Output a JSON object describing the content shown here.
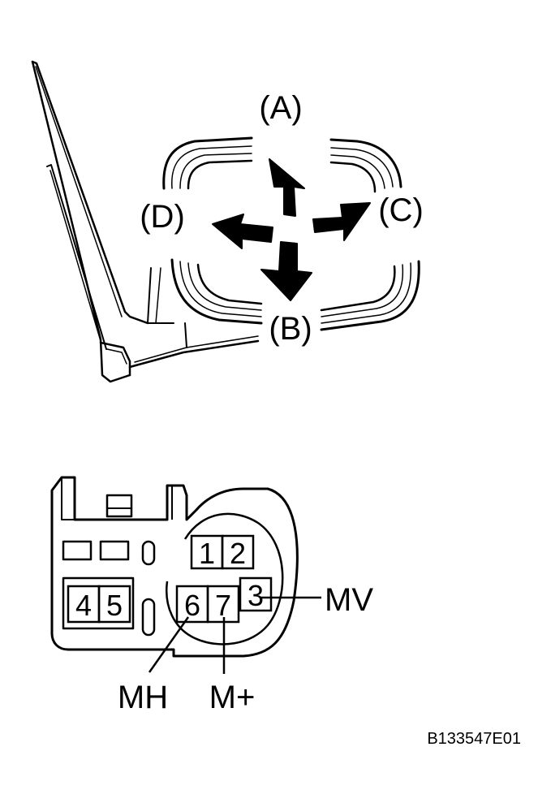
{
  "mirror": {
    "directions": [
      {
        "key": "up",
        "label": "(A)"
      },
      {
        "key": "down",
        "label": "(B)"
      },
      {
        "key": "right",
        "label": "(C)"
      },
      {
        "key": "left",
        "label": "(D)"
      }
    ]
  },
  "connector": {
    "pins": [
      "1",
      "2",
      "3",
      "4",
      "5",
      "6",
      "7"
    ],
    "signals": [
      {
        "pin": "3",
        "label": "MV"
      },
      {
        "pin": "6",
        "label": "MH"
      },
      {
        "pin": "7",
        "label": "M+"
      }
    ]
  },
  "figure_code": "B133547E01",
  "colors": {
    "ink": "#000000",
    "paper": "#ffffff"
  }
}
